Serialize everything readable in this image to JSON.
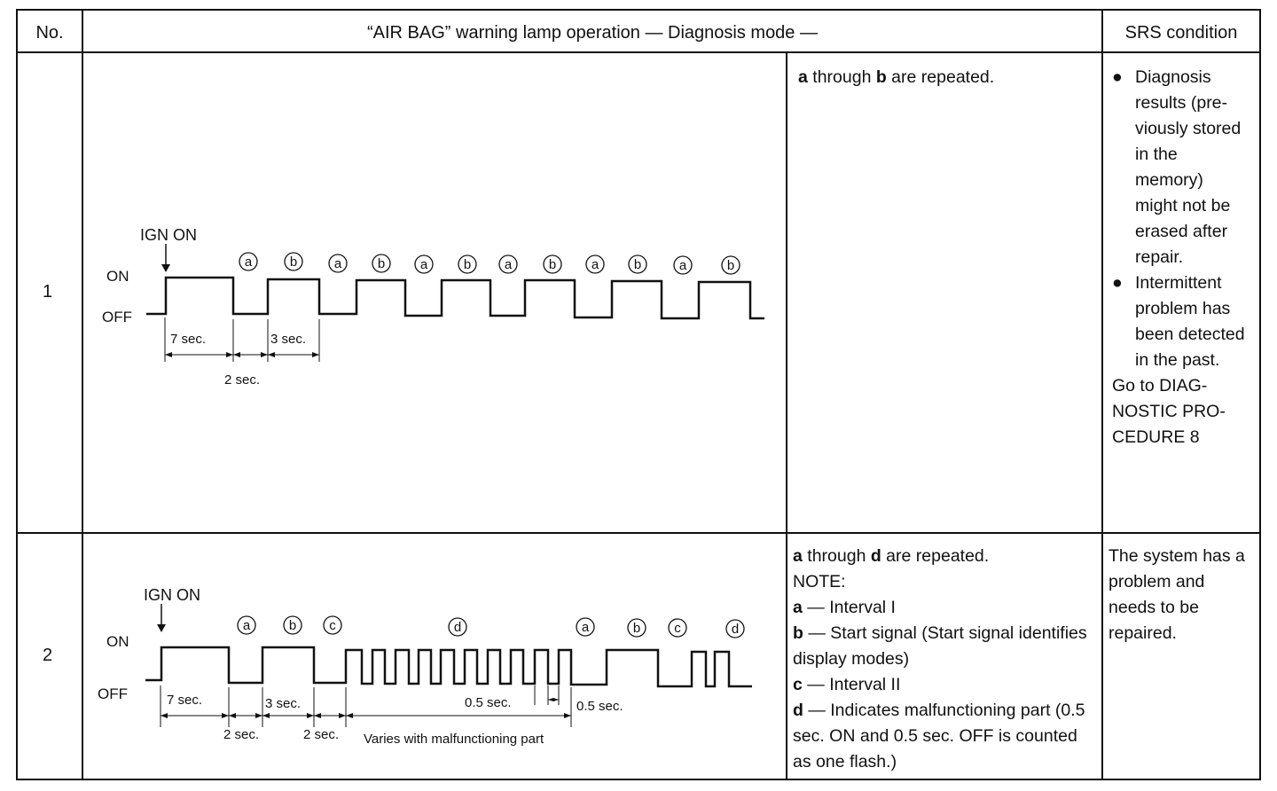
{
  "header": {
    "col_no": "No.",
    "col_operation": "“AIR BAG” warning lamp operation — Diagnosis mode —",
    "col_condition": "SRS condition"
  },
  "rows": [
    {
      "no": "1",
      "diagram": {
        "ign_on": "IGN ON",
        "on": "ON",
        "off": "OFF",
        "markers": [
          "a",
          "b",
          "a",
          "b",
          "a",
          "b",
          "a",
          "b",
          "a",
          "b",
          "a",
          "b"
        ],
        "t_7": "7 sec.",
        "t_3": "3 sec.",
        "t_2": "2 sec."
      },
      "desc_key1": "a",
      "desc_mid": " through ",
      "desc_key2": "b",
      "desc_end": " are repeated.",
      "condition": {
        "bullet1": "Diagnosis results (pre-viously stored in the memory) might not be erased after repair.",
        "bullet2": "Intermittent problem has been detected in the past.",
        "tail": "Go to DIAG-NOSTIC PRO-CEDURE 8"
      }
    },
    {
      "no": "2",
      "diagram": {
        "ign_on": "IGN ON",
        "on": "ON",
        "off": "OFF",
        "markers": [
          "a",
          "b",
          "c",
          "d",
          "a",
          "b",
          "c",
          "d"
        ],
        "t_7": "7 sec.",
        "t_3": "3 sec.",
        "t_2a": "2 sec.",
        "t_2b": "2 sec.",
        "t_05a": "0.5 sec.",
        "t_05b": "0.5 sec.",
        "varies": "Varies with malfunctioning part"
      },
      "desc": {
        "l1_key1": "a",
        "l1_mid": " through ",
        "l1_key2": "d",
        "l1_end": " are repeated.",
        "note": "NOTE:",
        "a_key": "a",
        "a_text": " — Interval I",
        "b_key": "b",
        "b_text": " — Start signal (Start signal identifies display modes)",
        "c_key": "c",
        "c_text": " — Interval II",
        "d_key": "d",
        "d_text": " — Indicates malfunctioning part (0.5 sec. ON and 0.5 sec. OFF is counted as one flash.)"
      },
      "condition": "The system has a problem and needs to be repaired."
    }
  ]
}
